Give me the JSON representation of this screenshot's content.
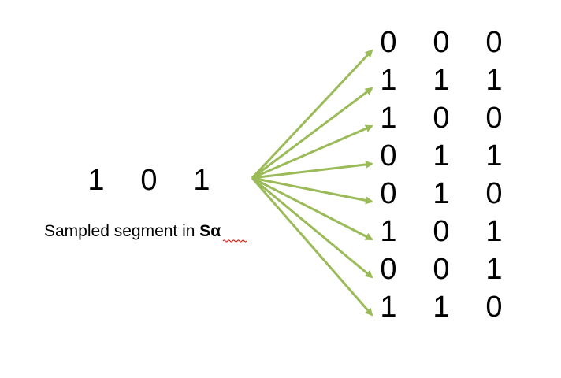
{
  "source": {
    "digits": [
      "1",
      "0",
      "1"
    ],
    "caption_prefix": "Sampled segment in ",
    "caption_emphasis": "Sα"
  },
  "outputs": [
    [
      "0",
      "0",
      "0"
    ],
    [
      "1",
      "1",
      "1"
    ],
    [
      "1",
      "0",
      "0"
    ],
    [
      "0",
      "1",
      "1"
    ],
    [
      "0",
      "1",
      "0"
    ],
    [
      "1",
      "0",
      "1"
    ],
    [
      "0",
      "0",
      "1"
    ],
    [
      "1",
      "1",
      "0"
    ]
  ],
  "colors": {
    "arrow": "#9bbb59",
    "spellcheck_underline": "#d62d20",
    "text": "#000000"
  }
}
